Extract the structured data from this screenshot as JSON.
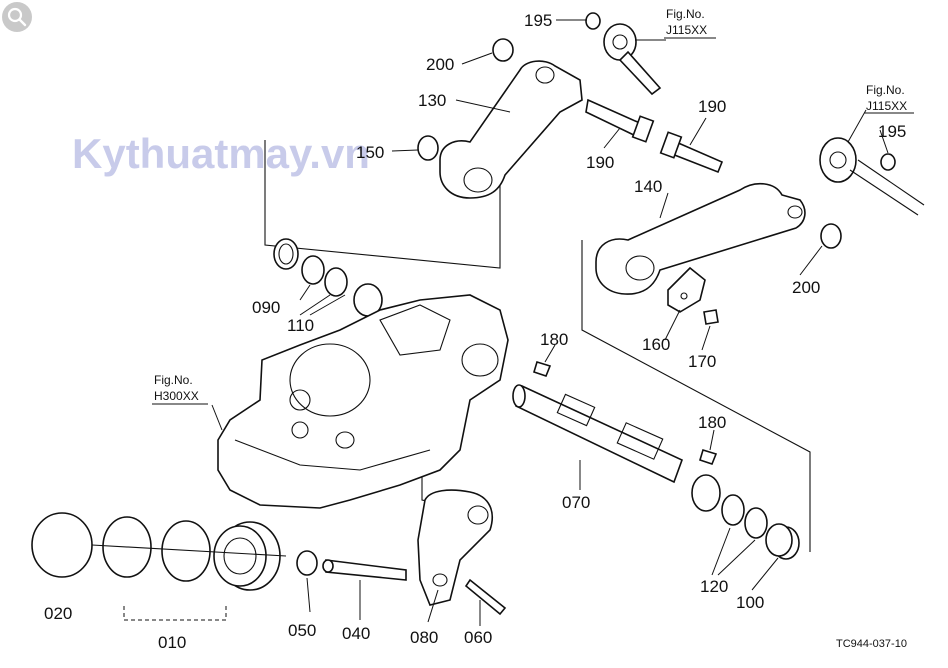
{
  "watermark": "Kythuatmay.vn",
  "diagram_code": "TC944-037-10",
  "references": [
    {
      "line1": "Fig.No.",
      "line2": "J115XX"
    },
    {
      "line1": "Fig.No.",
      "line2": "J115XX"
    },
    {
      "line1": "Fig.No.",
      "line2": "H300XX"
    }
  ],
  "labels": [
    "195",
    "200",
    "130",
    "150",
    "190",
    "190",
    "140",
    "195",
    "200",
    "090",
    "110",
    "160",
    "170",
    "180",
    "180",
    "070",
    "020",
    "010",
    "050",
    "040",
    "080",
    "060",
    "120",
    "100"
  ],
  "icons": {
    "search": "search-icon"
  }
}
